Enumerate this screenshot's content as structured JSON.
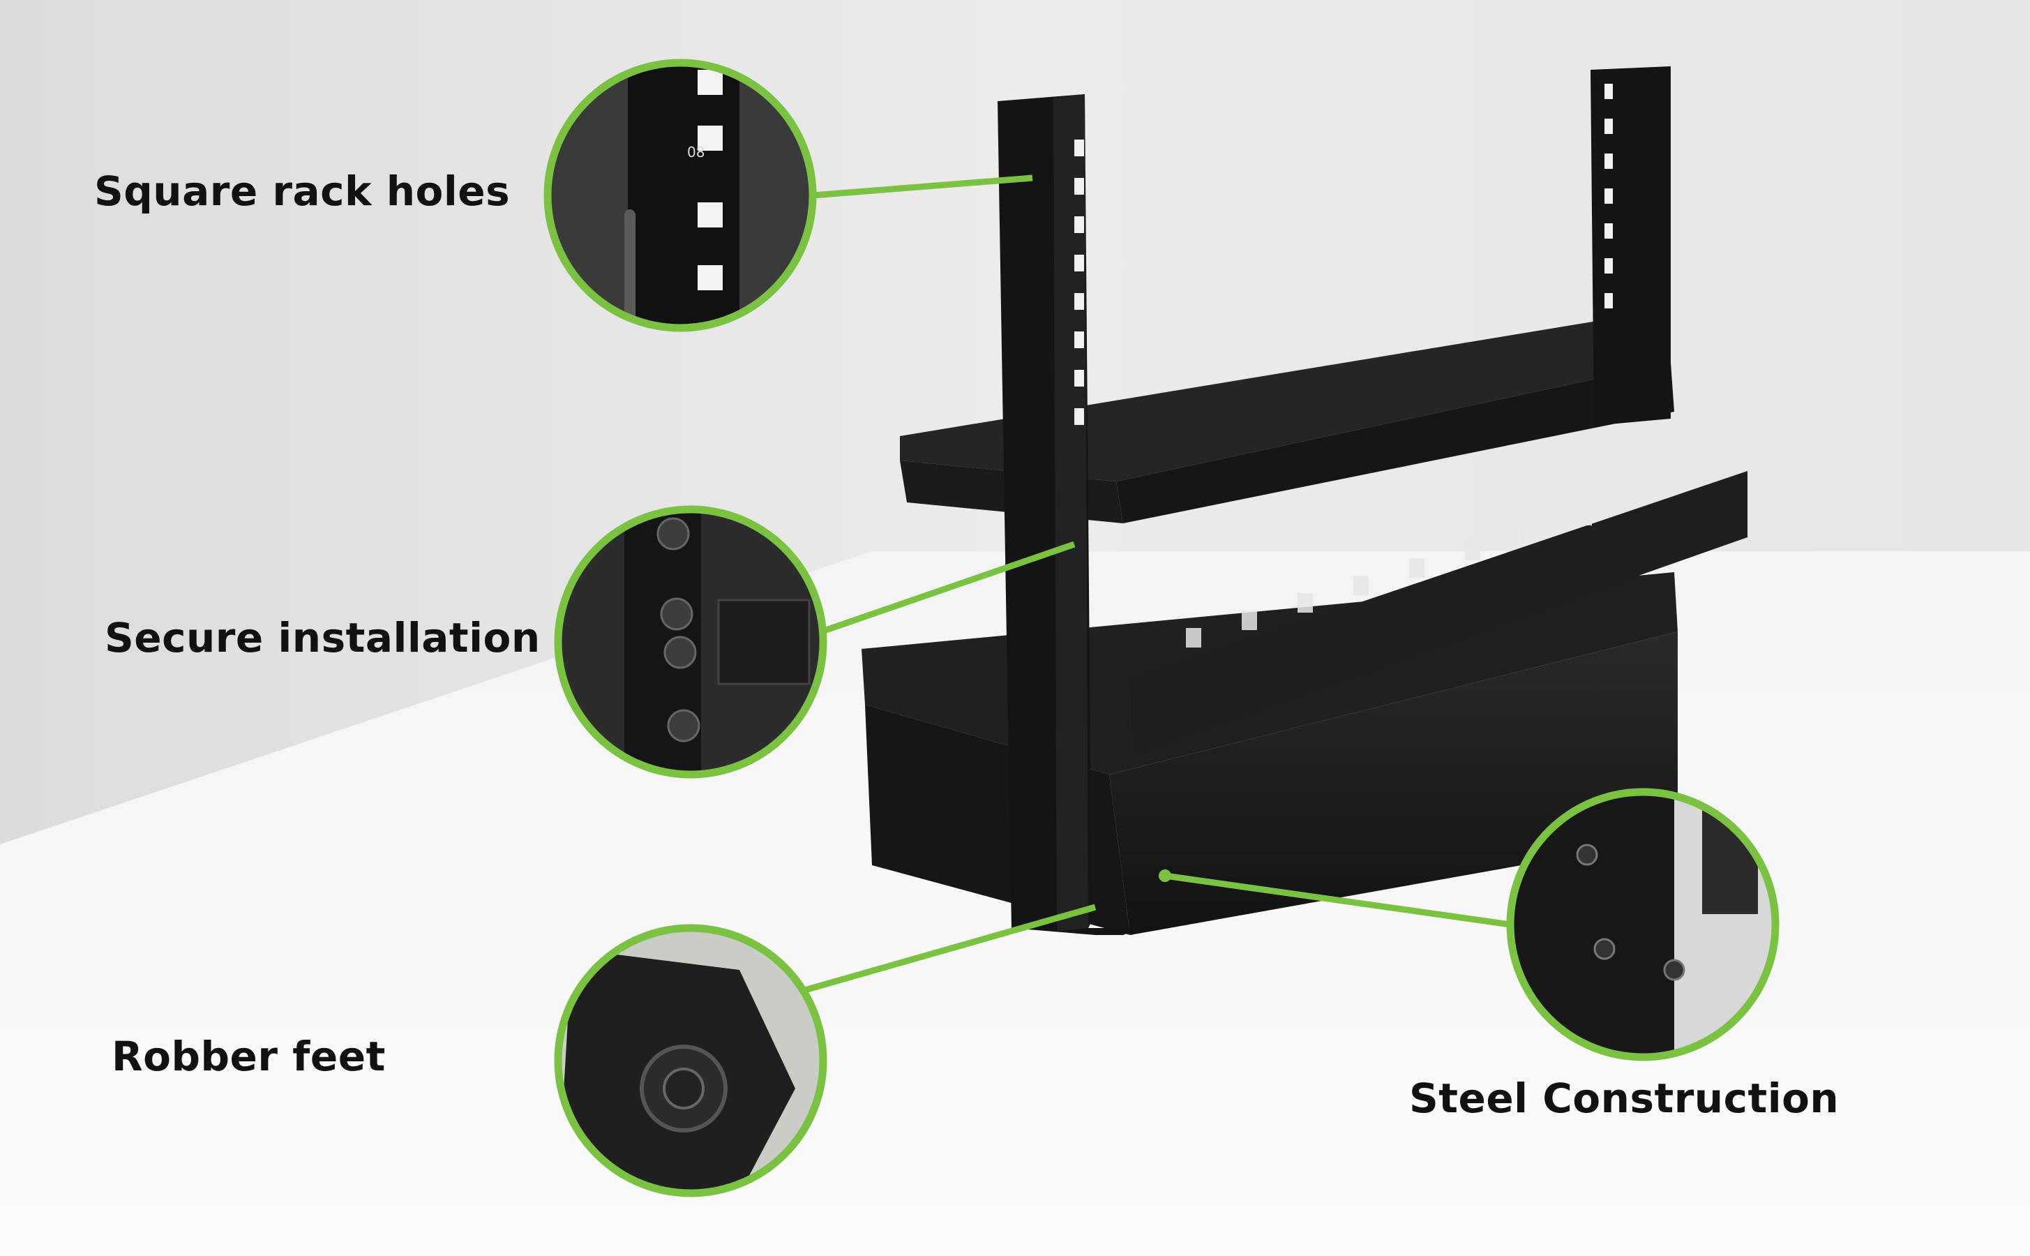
{
  "callouts": {
    "square_rack_holes": "Square rack holes",
    "secure_installation": "Secure installation",
    "robber_feet": "Robber feet",
    "steel_construction": "Steel Construction"
  },
  "colors": {
    "accent_green": "#7bc142",
    "rack_black": "#1a1a1a",
    "wall": "#e4e4e4",
    "desk": "#f2f2f2"
  }
}
